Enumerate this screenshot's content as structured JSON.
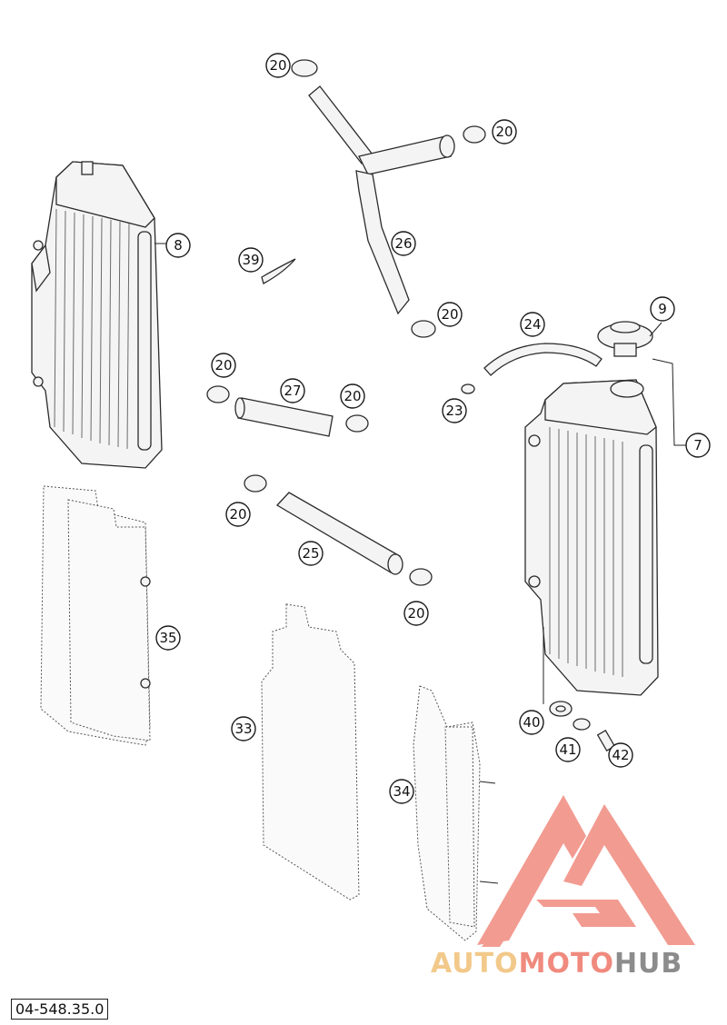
{
  "reference_code": "04-548.35.0",
  "watermark": {
    "part1": "AUTO",
    "part2": "MOTO",
    "part3": "HUB",
    "colors": {
      "auto": "#f2c98a",
      "moto": "#f08a7e",
      "hub": "#8c8c8c",
      "logo": "#f08a7e"
    }
  },
  "callouts": [
    "20",
    "20",
    "8",
    "39",
    "26",
    "20",
    "9",
    "24",
    "20",
    "27",
    "20",
    "23",
    "7",
    "20",
    "25",
    "20",
    "35",
    "40",
    "41",
    "42",
    "33",
    "34"
  ]
}
